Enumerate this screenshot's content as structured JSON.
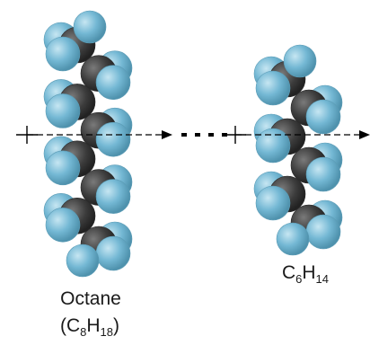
{
  "molecules": [
    {
      "name": "Octane",
      "formula": {
        "open": "(",
        "parts": [
          [
            "C",
            "8"
          ],
          [
            "H",
            "18"
          ]
        ],
        "close": ")"
      },
      "carbon_count": 8
    },
    {
      "name": "",
      "formula": {
        "open": "",
        "parts": [
          [
            "C",
            "6"
          ],
          [
            "H",
            "14"
          ]
        ],
        "close": ""
      },
      "carbon_count": 6
    }
  ],
  "colors": {
    "carbon": "#3c3c3c",
    "carbon_highlight": "#7a7a7a",
    "hydrogen": "#74b8d4",
    "hydrogen_highlight": "#c6e6f2",
    "arrow": "#000000"
  },
  "arrow_pattern": [
    "plus-origin",
    "dashed-arrow",
    "dotted-gap",
    "plus-origin",
    "dashed-arrow"
  ]
}
